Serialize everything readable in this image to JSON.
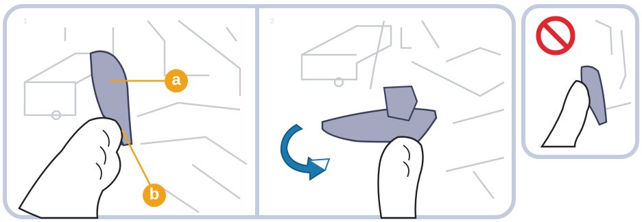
{
  "steps": [
    {
      "number": "1"
    },
    {
      "number": "2"
    }
  ],
  "callouts": {
    "a": "a",
    "b": "b"
  },
  "colors": {
    "panel_border": "#c3ccdf",
    "part_fill": "#a3a8c0",
    "part_stroke": "#3a3f5c",
    "callout": "#f0a21a",
    "arrow": "#1b7bb0",
    "prohibition": "#e0262f",
    "line_art": "#c8cbd0"
  },
  "icons": {
    "rotate_arrow": "rotate-arrow-icon",
    "prohibition": "prohibition-icon"
  }
}
